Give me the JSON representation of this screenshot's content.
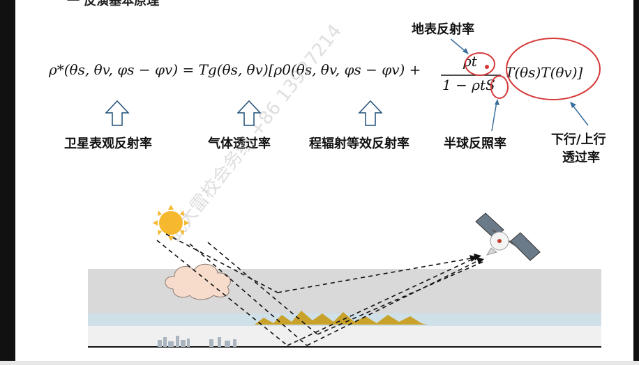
{
  "header": {
    "title": "一 反演基本原理"
  },
  "formula": {
    "lhs": "ρ*(θs, θv, φs − φv) = Tg(θs, θv)[ρ0(θs, θv, φs − φv) +",
    "numerator": "ρt",
    "denominator": "1 − ρtS",
    "tail": "T(θs)T(θv)]"
  },
  "labels": {
    "surface_reflectance": "地表反射率",
    "satellite_apparent_reflectance": "卫星表观反射率",
    "gas_transmittance": "气体透过率",
    "path_radiance_reflectance": "程辐射等效反射率",
    "hemispheric_albedo": "半球反照率",
    "down_up_transmittance_line1": "下行/上行",
    "down_up_transmittance_line2": "透过率"
  },
  "watermark": "武大雷校会务组 +86 13927214",
  "colors": {
    "highlight_circle": "#d63a3a",
    "arrow_outline": "#1f4e79",
    "pointer_arrow": "#3a6f9c",
    "sun": "#f5b82e",
    "cloud": "#f8dccb",
    "ground_band": "#d9d9d9",
    "vegetation": "#c8a22a"
  },
  "icons": [
    "up-arrow-icon",
    "sun-icon",
    "cloud-icon",
    "satellite-icon"
  ]
}
